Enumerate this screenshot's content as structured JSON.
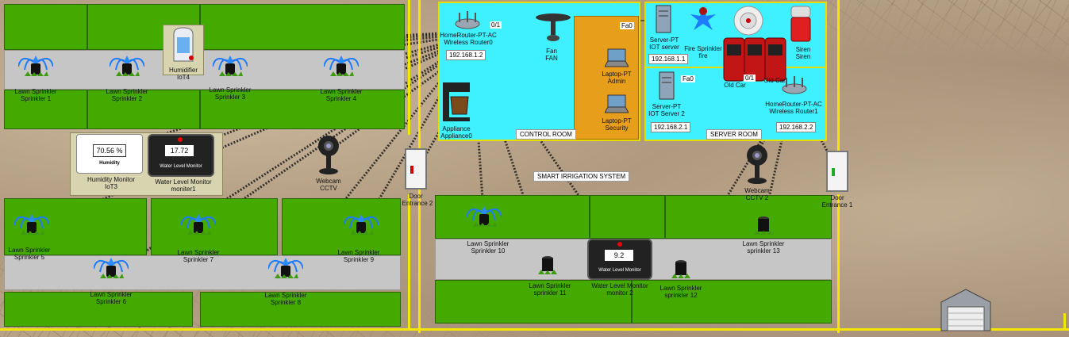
{
  "title": "SMART IRRIGATION SYSTEM",
  "rooms": {
    "control": "CONTROL ROOM",
    "server": "SERVER ROOM"
  },
  "network": {
    "router1": {
      "label_a": "HomeRouter-PT-AC",
      "label_b": "Wireless Router0",
      "ip": "192.168.1.2",
      "port": "0/1"
    },
    "router2": {
      "label_a": "HomeRouter-PT-AC",
      "label_b": "Wireless Router1",
      "ip": "192.168.2.2",
      "port": "0/1"
    },
    "fan": {
      "label_a": "Fan",
      "label_b": "FAN"
    },
    "laptop_admin": {
      "label_a": "Laptop-PT",
      "label_b": "Admin",
      "port": "Fa0"
    },
    "laptop_security": {
      "label_a": "Laptop-PT",
      "label_b": "Security"
    },
    "server_iot": {
      "label_a": "Server-PT",
      "label_b": "IOT server",
      "ip": "192.168.1.1"
    },
    "server2": {
      "label_a": "Server-PT",
      "label_b": "IOT Server 2",
      "ip": "192.168.2.1",
      "port": "Fa0"
    },
    "fire_sprinkler": {
      "label_a": "Fire Sprinkler",
      "label_b": "fire"
    },
    "siren": {
      "label_a": "Siren",
      "label_b": "Siren"
    },
    "old_car": {
      "label_a": "Old Car",
      "label_b": "Old Car"
    },
    "appliance": {
      "label_a": "Appliance",
      "label_b": "Appliance0"
    }
  },
  "devices": {
    "humidifier": {
      "label_a": "Humidifier",
      "label_b": "IoT4"
    },
    "humidity_monitor": {
      "label_a": "Humidity Monitor",
      "label_b": "IoT3",
      "value": "70.56 %",
      "caption": "Humidity"
    },
    "water_monitor1": {
      "label_a": "Water Level Monitor",
      "label_b": "moniter1",
      "value": "17.72",
      "caption": "Water Level Monitor"
    },
    "water_monitor2": {
      "label_a": "Water Level Monitor",
      "label_b": "monitor 2",
      "value": "9.2",
      "caption": "Water Level Monitor"
    },
    "webcam1": {
      "label_a": "Webcam",
      "label_b": "CCTV"
    },
    "webcam2": {
      "label_a": "Webcam",
      "label_b": "CCTV 2"
    },
    "door2": {
      "label_a": "Door",
      "label_b": "Entrance 2"
    },
    "door1": {
      "label_a": "Door",
      "label_b": "Entrance 1"
    }
  },
  "sprinklers": [
    {
      "label_a": "Lawn Sprinkler",
      "label_b": "Sprinkler 1"
    },
    {
      "label_a": "Lawn Sprinkler",
      "label_b": "Sprinkler 2"
    },
    {
      "label_a": "Lawn Sprinkler",
      "label_b": "Sprinkler 3"
    },
    {
      "label_a": "Lawn Sprinkler",
      "label_b": "Sprinkler 4"
    },
    {
      "label_a": "Lawn Sprinkler",
      "label_b": "Sprinkler 5"
    },
    {
      "label_a": "Lawn Sprinkler",
      "label_b": "Sprinkler 6"
    },
    {
      "label_a": "Lawn Sprinkler",
      "label_b": "Sprinkler 7"
    },
    {
      "label_a": "Lawn Sprinkler",
      "label_b": "Sprinkler 8"
    },
    {
      "label_a": "Lawn Sprinkler",
      "label_b": "Sprinkler 9"
    },
    {
      "label_a": "Lawn Sprinkler",
      "label_b": "Sprinkler 10"
    },
    {
      "label_a": "Lawn Sprinkler",
      "label_b": "sprinkler 11"
    },
    {
      "label_a": "Lawn Sprinkler",
      "label_b": "sprinkler 12"
    },
    {
      "label_a": "Lawn Sprinkler",
      "label_b": "sprinkler 13"
    }
  ],
  "colors": {
    "lawn": "#44aa00",
    "path": "#c6c6c6",
    "fence": "#f3e600",
    "room": "#3ff0ff",
    "orange": "#e79e1b"
  }
}
